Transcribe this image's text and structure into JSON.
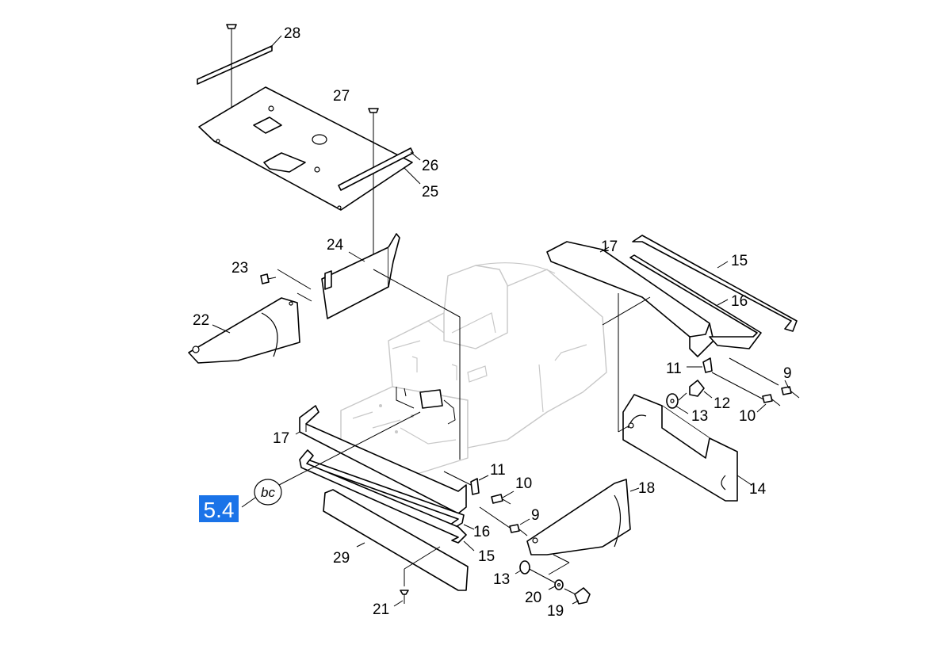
{
  "callouts": {
    "c28": "28",
    "c27": "27",
    "c26": "26",
    "c25": "25",
    "c24": "24",
    "c23": "23",
    "c22": "22",
    "c17a": "17",
    "c15a": "15",
    "c16a": "16",
    "c11a": "11",
    "c9a": "9",
    "c12": "12",
    "c13a": "13",
    "c10a": "10",
    "c14": "14",
    "c17b": "17",
    "c11b": "11",
    "c10b": "10",
    "c9b": "9",
    "c16b": "16",
    "c15b": "15",
    "c29": "29",
    "c21": "21",
    "c18": "18",
    "c13b": "13",
    "c20": "20",
    "c19": "19"
  },
  "reference": {
    "label": "5.4",
    "symbol": "bc"
  },
  "colors": {
    "accent": "#1a73e8",
    "line": "#000000",
    "ghost": "#c8c8c8"
  }
}
